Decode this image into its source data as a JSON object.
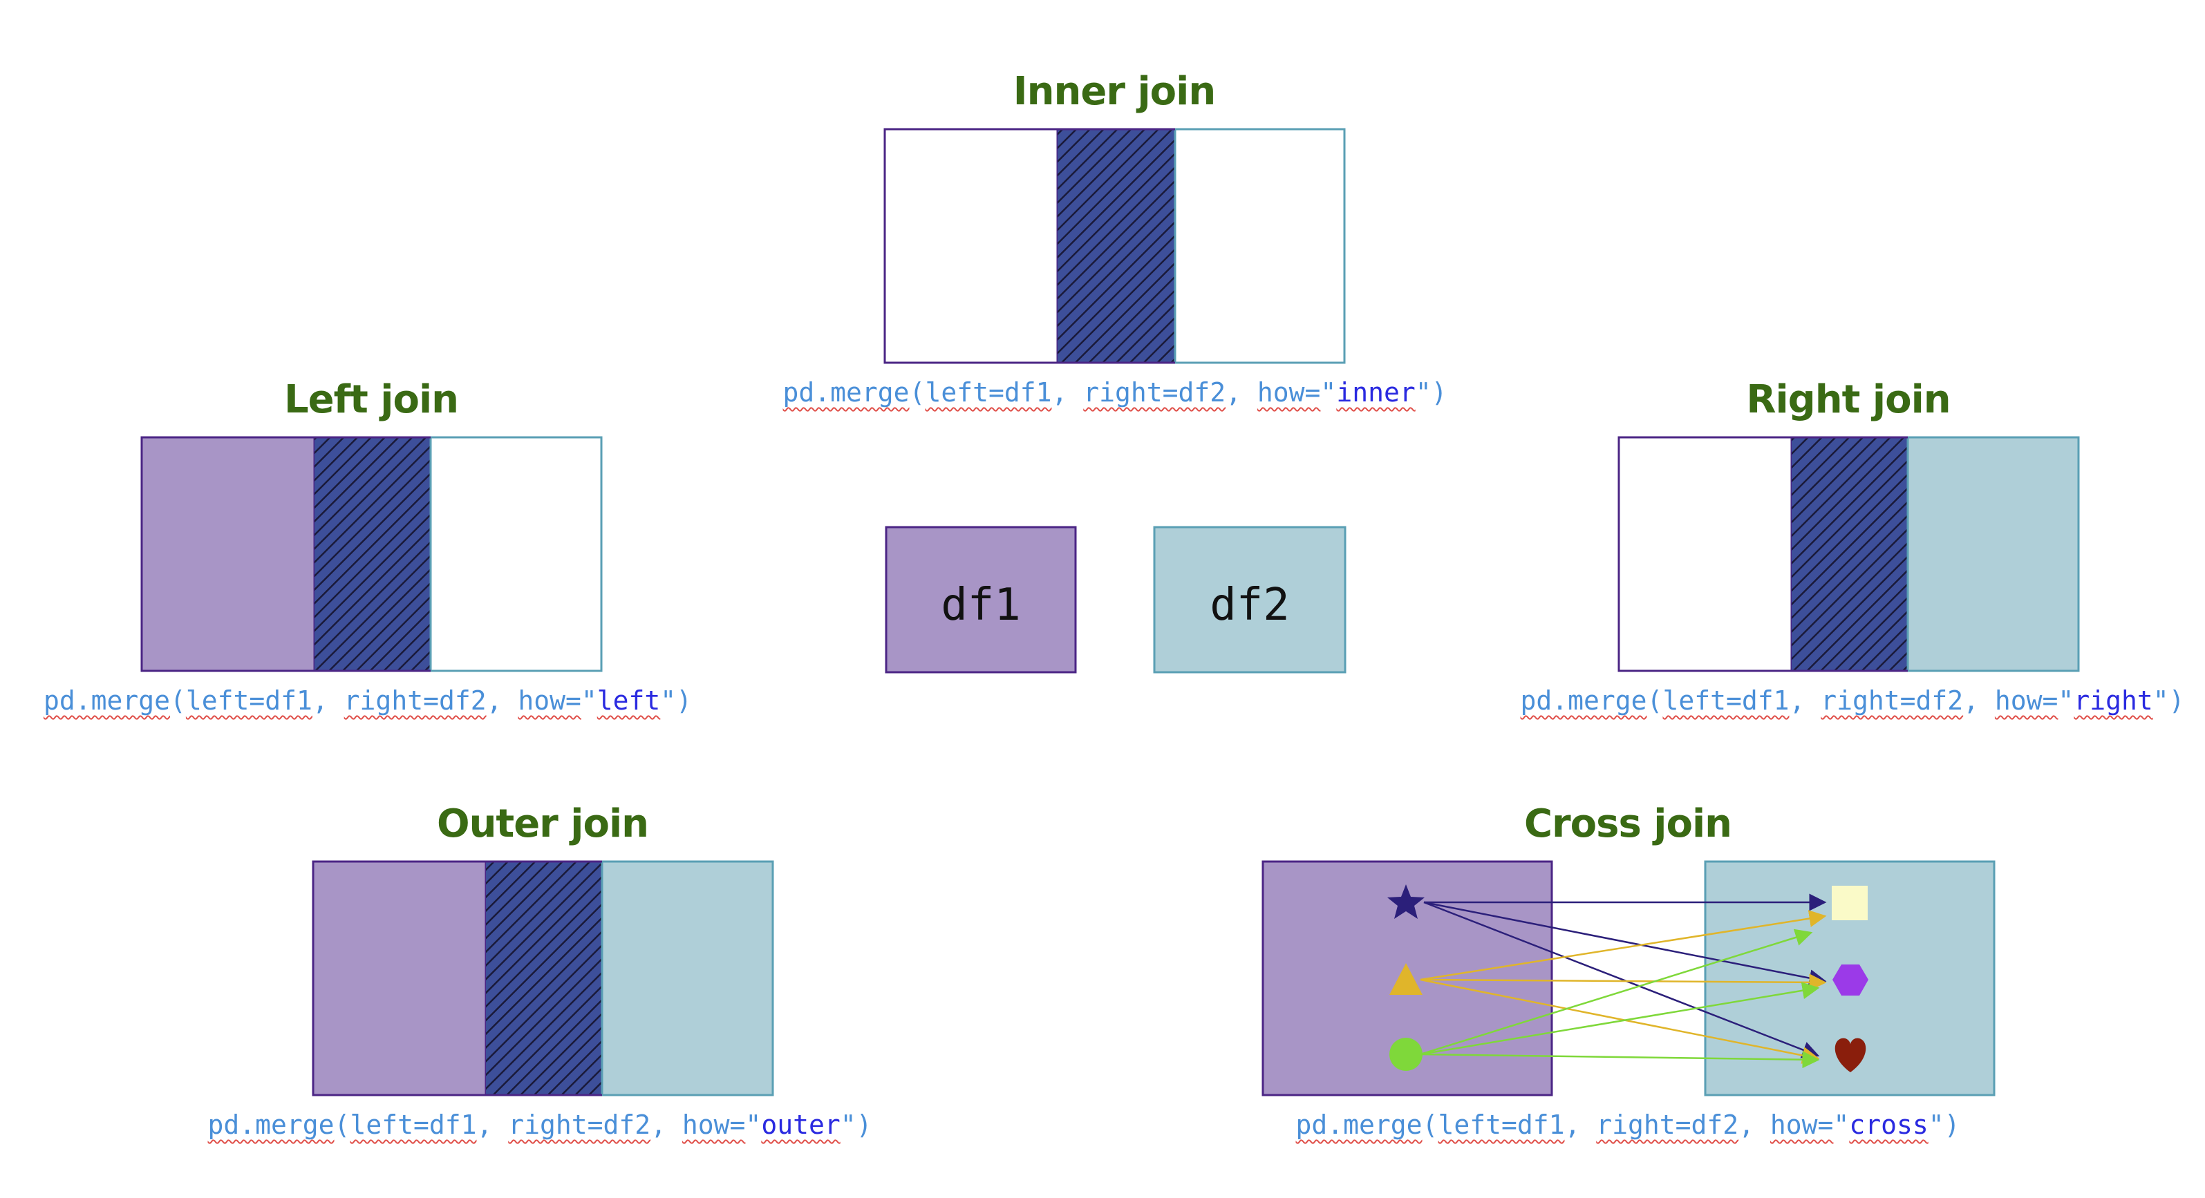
{
  "colors": {
    "df1_fill": "#a895c6",
    "df2_fill": "#afcfd8",
    "df1_border": "#4b2585",
    "df2_border": "#5a9fb4",
    "hatch_fill": "#3d4f9a",
    "hatch_line": "#1a1a3a",
    "title": "#3a6a14",
    "code": "#4a8fd8",
    "code_keyword": "#2a2ae0"
  },
  "center": {
    "df1_label": "df1",
    "df2_label": "df2"
  },
  "inner": {
    "title": "Inner join",
    "code": {
      "fn": "pd.merge",
      "left": "left=df1",
      "sep": ", ",
      "right": "right=df2",
      "how_key": "how=",
      "how_val": "inner"
    }
  },
  "left": {
    "title": "Left join",
    "code": {
      "fn": "pd.merge",
      "left": "left=df1",
      "sep": ", ",
      "right": "right=df2",
      "how_key": "how=",
      "how_val": "left"
    }
  },
  "right": {
    "title": "Right join",
    "code": {
      "fn": "pd.merge",
      "left": "left=df1",
      "sep": ", ",
      "right": "right=df2",
      "how_key": "how=",
      "how_val": "right"
    }
  },
  "outer": {
    "title": "Outer join",
    "code": {
      "fn": "pd.merge",
      "left": "left=df1",
      "sep": ", ",
      "right": "right=df2",
      "how_key": "how=",
      "how_val": "outer"
    }
  },
  "cross": {
    "title": "Cross join",
    "code": {
      "fn": "pd.merge",
      "left": "left=df1",
      "sep": ", ",
      "right": "right=df2",
      "how_key": "how=",
      "how_val": "cross"
    },
    "left_shapes": [
      {
        "icon": "star-icon",
        "color": "#2b1f7a"
      },
      {
        "icon": "triangle-icon",
        "color": "#e0b52a"
      },
      {
        "icon": "circle-icon",
        "color": "#7fd83a"
      }
    ],
    "right_shapes": [
      {
        "icon": "square-icon",
        "color": "#fafac8"
      },
      {
        "icon": "hexagon-icon",
        "color": "#9b3ae8"
      },
      {
        "icon": "heart-icon",
        "color": "#8a1e0c"
      }
    ]
  }
}
